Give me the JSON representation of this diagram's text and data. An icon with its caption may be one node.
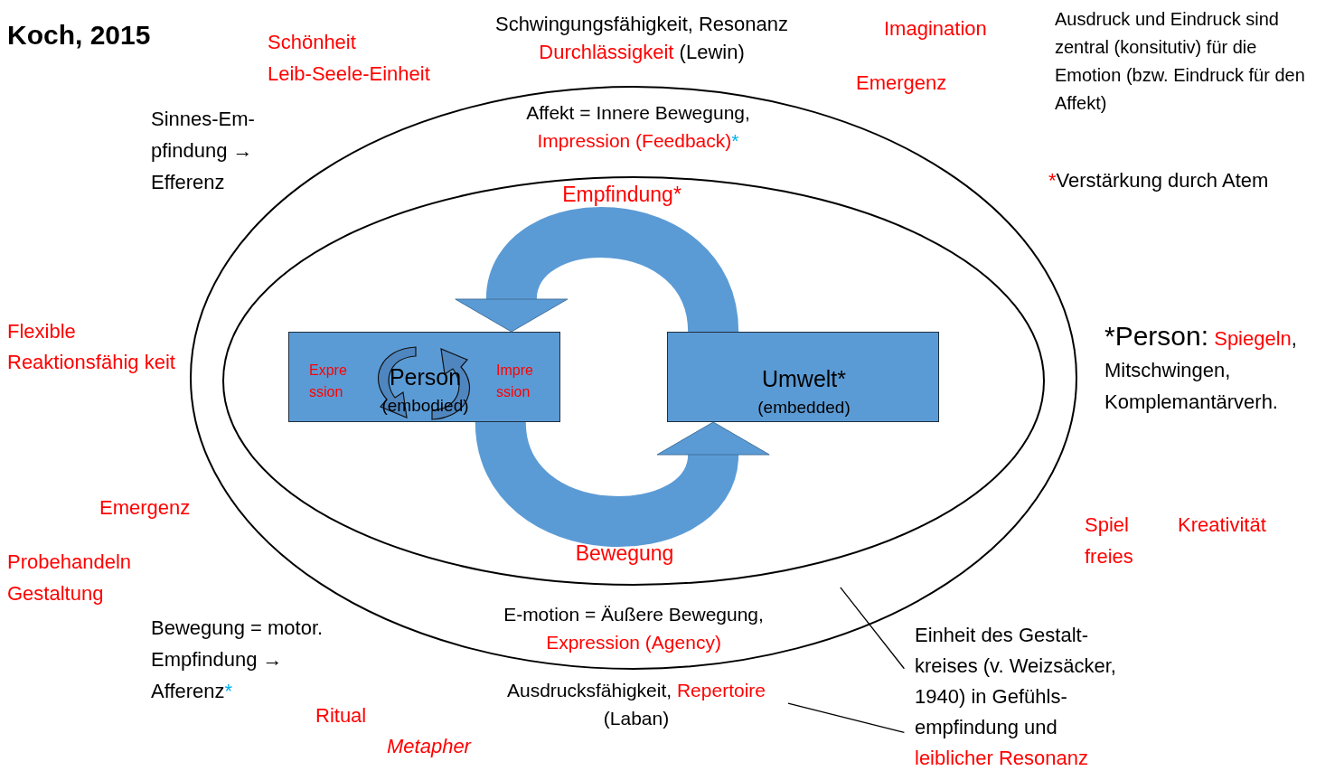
{
  "diagram": {
    "title": "Koch, 2015",
    "nodes": [
      {
        "text": [
          "Affekt = Innere Bewegung,",
          "Impression (Feedback)",
          "*",
          "E-motion = Äußere Bewegung,",
          "Expression (Agency)"
        ]
      },
      {
        "text": [
          "Empfindung*",
          "Bewegung"
        ],
        "in": 0
      },
      {
        "text": [
          "Person",
          "(embodied)",
          "Expre ssion",
          "Impre ssion"
        ],
        "in": 1
      },
      {
        "text": [
          "Umwelt*",
          "(embedded)"
        ],
        "in": 1
      },
      {
        "text": [
          "Einheit des Gestalt- kreises (v. Weizsäcker, 1940) in Gefühls- empfindung und",
          "leiblicher Resonanz"
        ]
      },
      {
        "text": [
          "Ausdrucksfähigkeit,",
          "Repertoire",
          "(Laban)"
        ]
      }
    ],
    "edges": [
      {
        "from": 3,
        "to": 2,
        "arrow": "to",
        "style": "thick"
      },
      {
        "from": 2,
        "to": 3,
        "arrow": "to",
        "style": "thick"
      },
      {
        "from": 4,
        "to": 0,
        "arrow": "none",
        "color": "#000000"
      },
      {
        "from": 4,
        "to": 5,
        "arrow": "none",
        "color": "#000000"
      }
    ],
    "labels": [
      "Schönheit",
      "Leib-Seele-Einheit",
      "Schwingungsfähigkeit, Resonanz",
      "Durchlässigkeit",
      "(Lewin)",
      "Imagination",
      "Ausdruck und Eindruck sind zentral (konsitutiv) für die Emotion (bzw. Eindruck für den Affekt)",
      "Emergenz",
      "Sinnes-Em- pfindung → Efferenz",
      "*",
      "Verstärkung durch Atem",
      "Flexible Reaktionsfähig keit",
      "*Person:",
      "Spiegeln",
      ", Mitschwingen, Komplemantärverh.",
      "Emergenz",
      "Spiel",
      "Kreativität",
      "Probehandeln",
      "freies",
      "Gestaltung",
      "Bewegung = motor. Empfindung → Afferenz",
      "*",
      "Ritual",
      "Metapher"
    ]
  }
}
